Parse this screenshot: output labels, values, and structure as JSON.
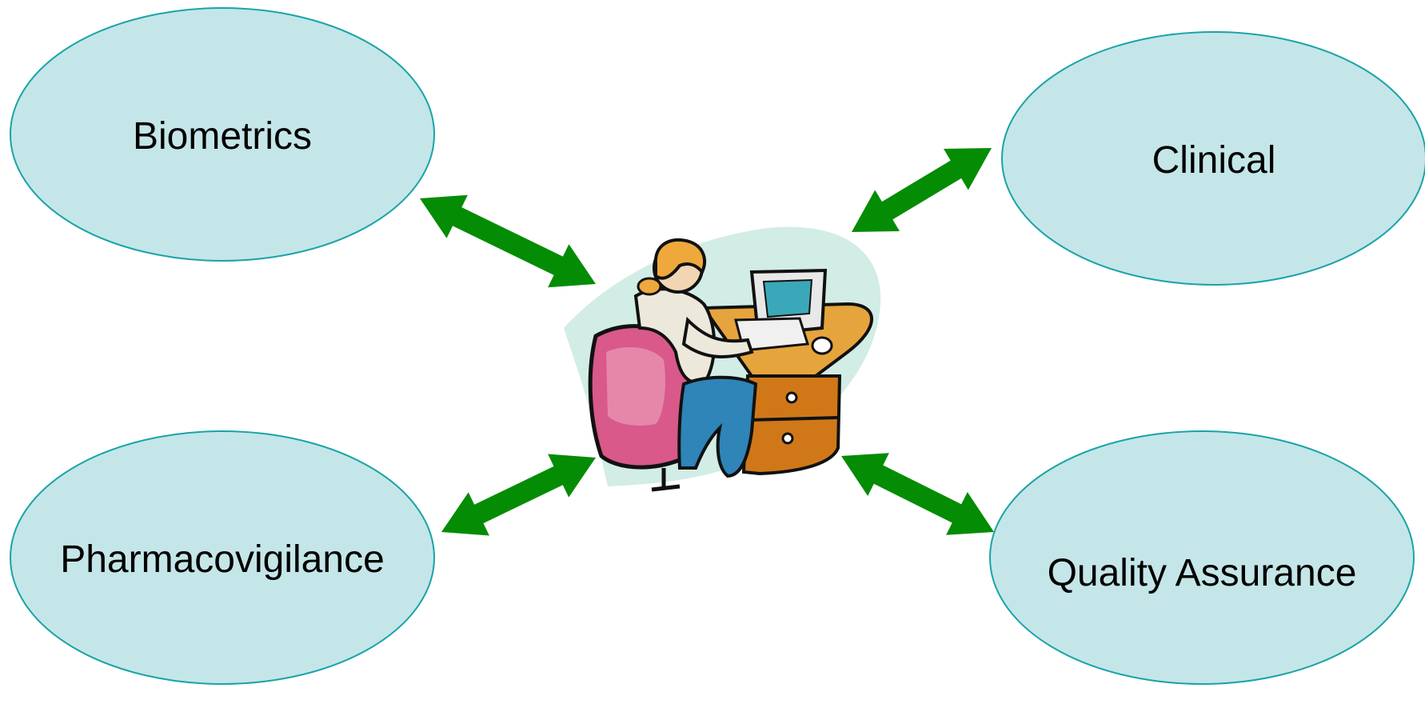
{
  "nodes": {
    "biometrics": "Biometrics",
    "clinical": "Clinical",
    "pharmacovigilance": "Pharmacovigilance",
    "quality_assurance": "Quality Assurance"
  },
  "central_figure": "person-at-computer-clipart",
  "colors": {
    "ellipse_fill": "#c4e6e8",
    "ellipse_stroke": "#1aa3a8",
    "arrow": "#048c04"
  }
}
